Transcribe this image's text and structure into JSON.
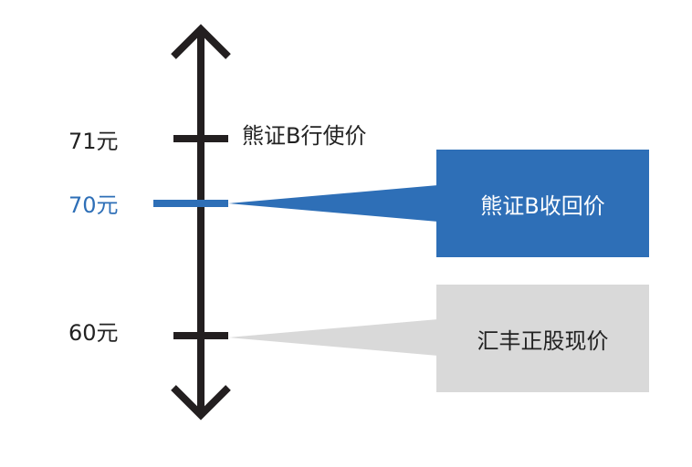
{
  "colors": {
    "axis": "#231f20",
    "accent": "#2e6fb7",
    "gray_box": "#d9d9d9",
    "gray_text": "#222222"
  },
  "axis_labels": {
    "price_71": "71元",
    "price_70": "70元",
    "price_60": "60元"
  },
  "strike_label": "熊证B行使价",
  "callback_box": "熊证B收回价",
  "current_box": "汇丰正股现价"
}
